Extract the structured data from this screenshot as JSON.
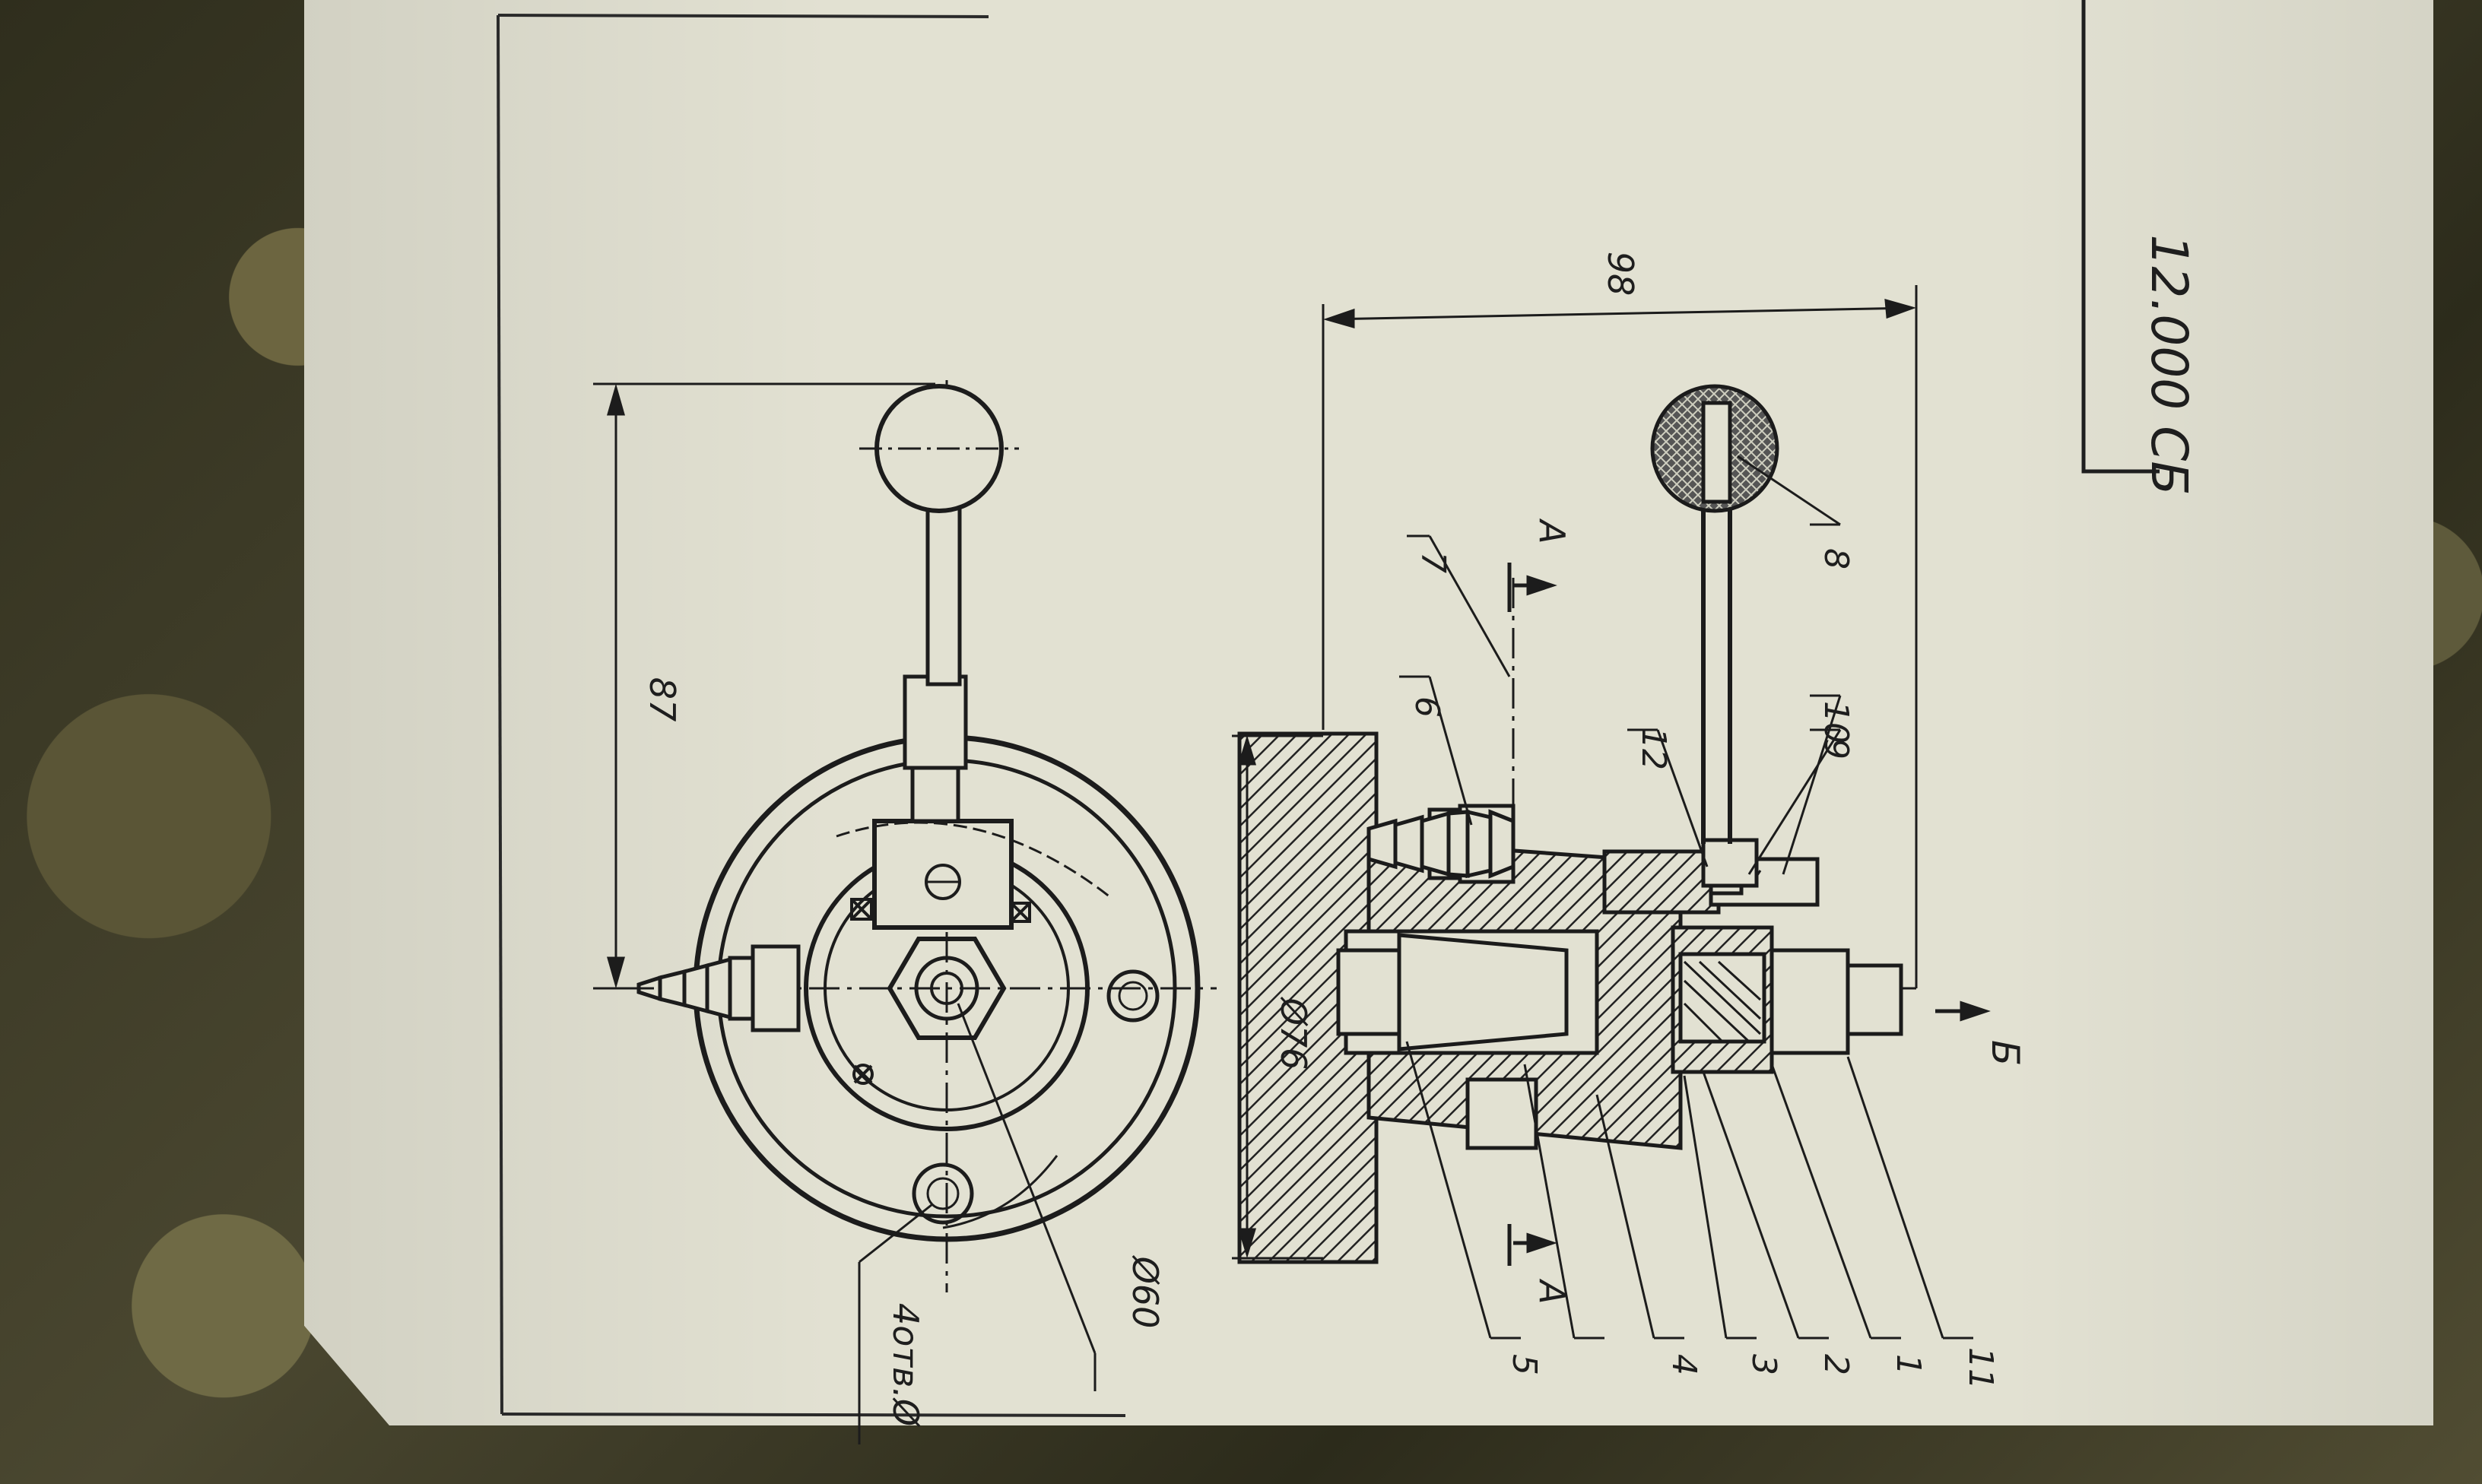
{
  "document": {
    "drawing_code": "12.000 СБ"
  },
  "dimensions": {
    "lever_length": "87",
    "overall_height": "98",
    "flange_diameter": "Ø76",
    "bolt_circle": "Ø60",
    "holes": "4отв.Ø"
  },
  "section": {
    "cut_mark": "А",
    "view_arrow": "Б"
  },
  "callouts": [
    "1",
    "2",
    "3",
    "4",
    "5",
    "6",
    "7",
    "8",
    "9",
    "10",
    "11",
    "12"
  ]
}
